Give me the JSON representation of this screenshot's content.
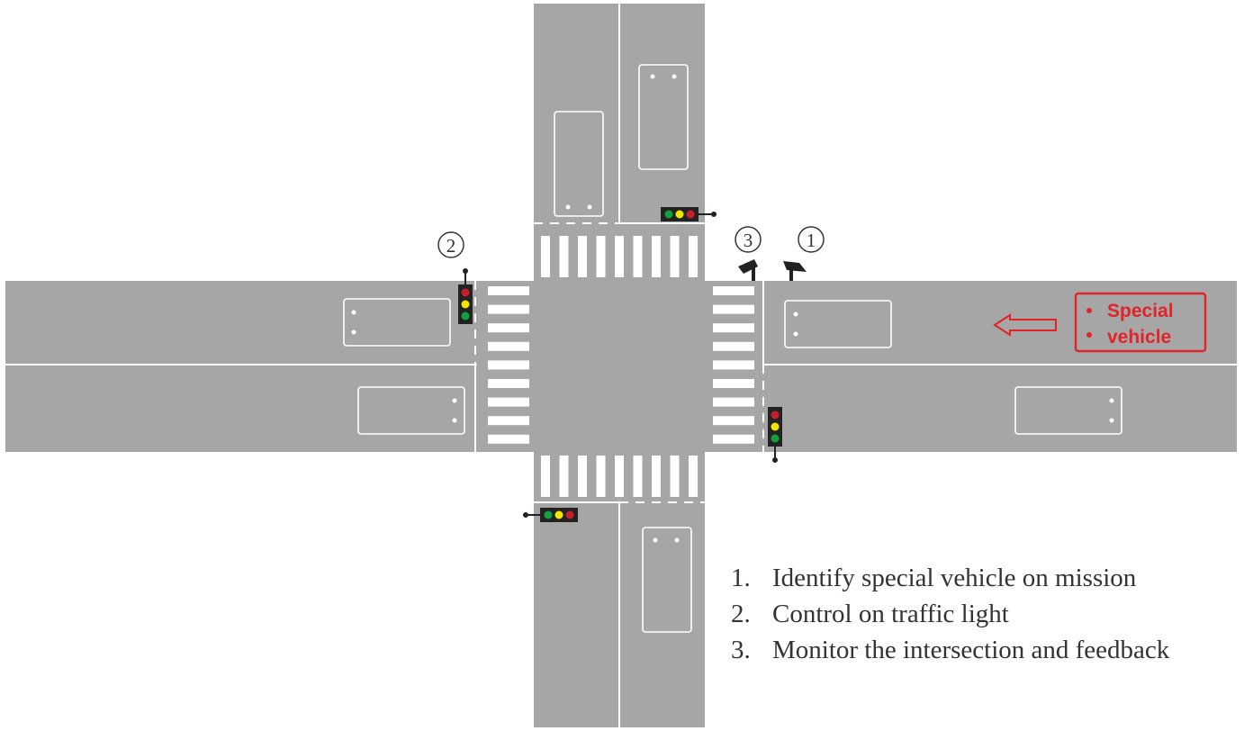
{
  "markers": [
    {
      "id": "1",
      "label": "1"
    },
    {
      "id": "2",
      "label": "2"
    },
    {
      "id": "3",
      "label": "3"
    }
  ],
  "special_vehicle": {
    "line1": "Special",
    "line2": "vehicle"
  },
  "legend": [
    {
      "num": "1.",
      "text": "Identify special vehicle on mission"
    },
    {
      "num": "2.",
      "text": "Control on traffic light"
    },
    {
      "num": "3.",
      "text": "Monitor the intersection and feedback"
    }
  ],
  "colors": {
    "road": "#a6a6a6",
    "lane_line": "#ffffff",
    "special_vehicle": "#e0242a",
    "light_red": "#c8202a",
    "light_yellow": "#f2e600",
    "light_green": "#14a03c",
    "camera": "#222222"
  }
}
